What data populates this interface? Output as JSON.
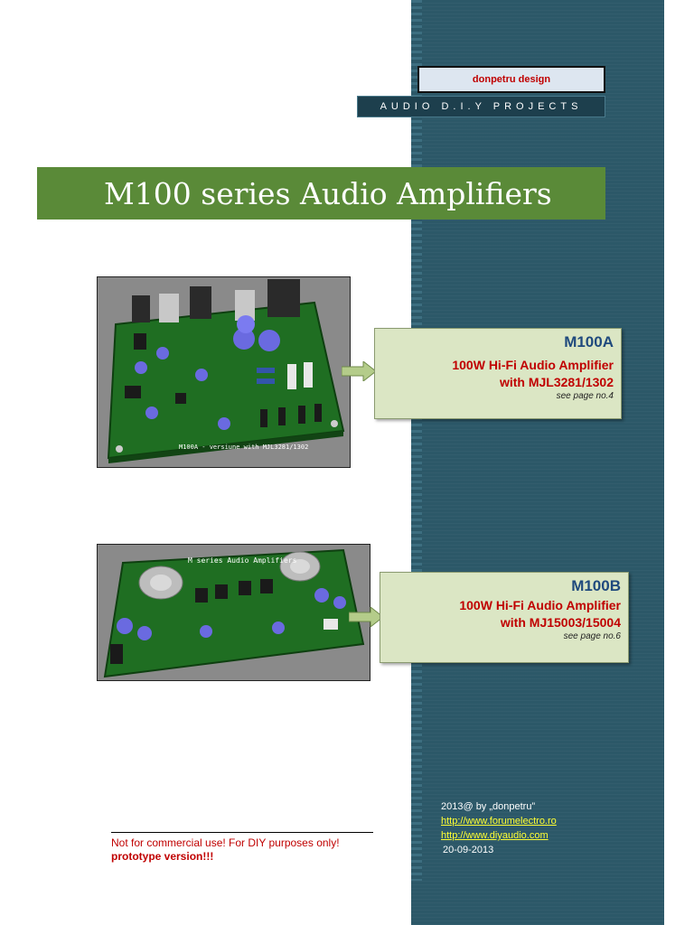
{
  "brand": "donpetru design",
  "subtitle": "AUDIO D.I.Y PROJECTS",
  "title": "M100 series Audio Amplifiers",
  "products": [
    {
      "model": "M100A",
      "desc_line1": "100W Hi-Fi Audio Amplifier",
      "desc_line2": "with MJL3281/1302",
      "page_ref": "see page no.4",
      "pcb_label": "M100A - versiune with MJL3281/1302"
    },
    {
      "model": "M100B",
      "desc_line1": "100W Hi-Fi Audio Amplifier",
      "desc_line2": "with MJ15003/15004",
      "page_ref": "see page no.6",
      "pcb_label": "M series Audio Amplifiers"
    }
  ],
  "footer": {
    "notice": "Not for commercial use! For DIY purposes only!",
    "prototype": "prototype version!!!",
    "copyright": "2013@  by „donpetru”",
    "link1": "http://www.forumelectro.ro",
    "link2": "http://www.diyaudio.com",
    "date": "20-09-2013"
  },
  "colors": {
    "band": "#2c5868",
    "title_banner": "#5a8a38",
    "accent_red": "#c00000",
    "model_blue": "#1f497d",
    "callout_bg": "#dbe6c4"
  }
}
